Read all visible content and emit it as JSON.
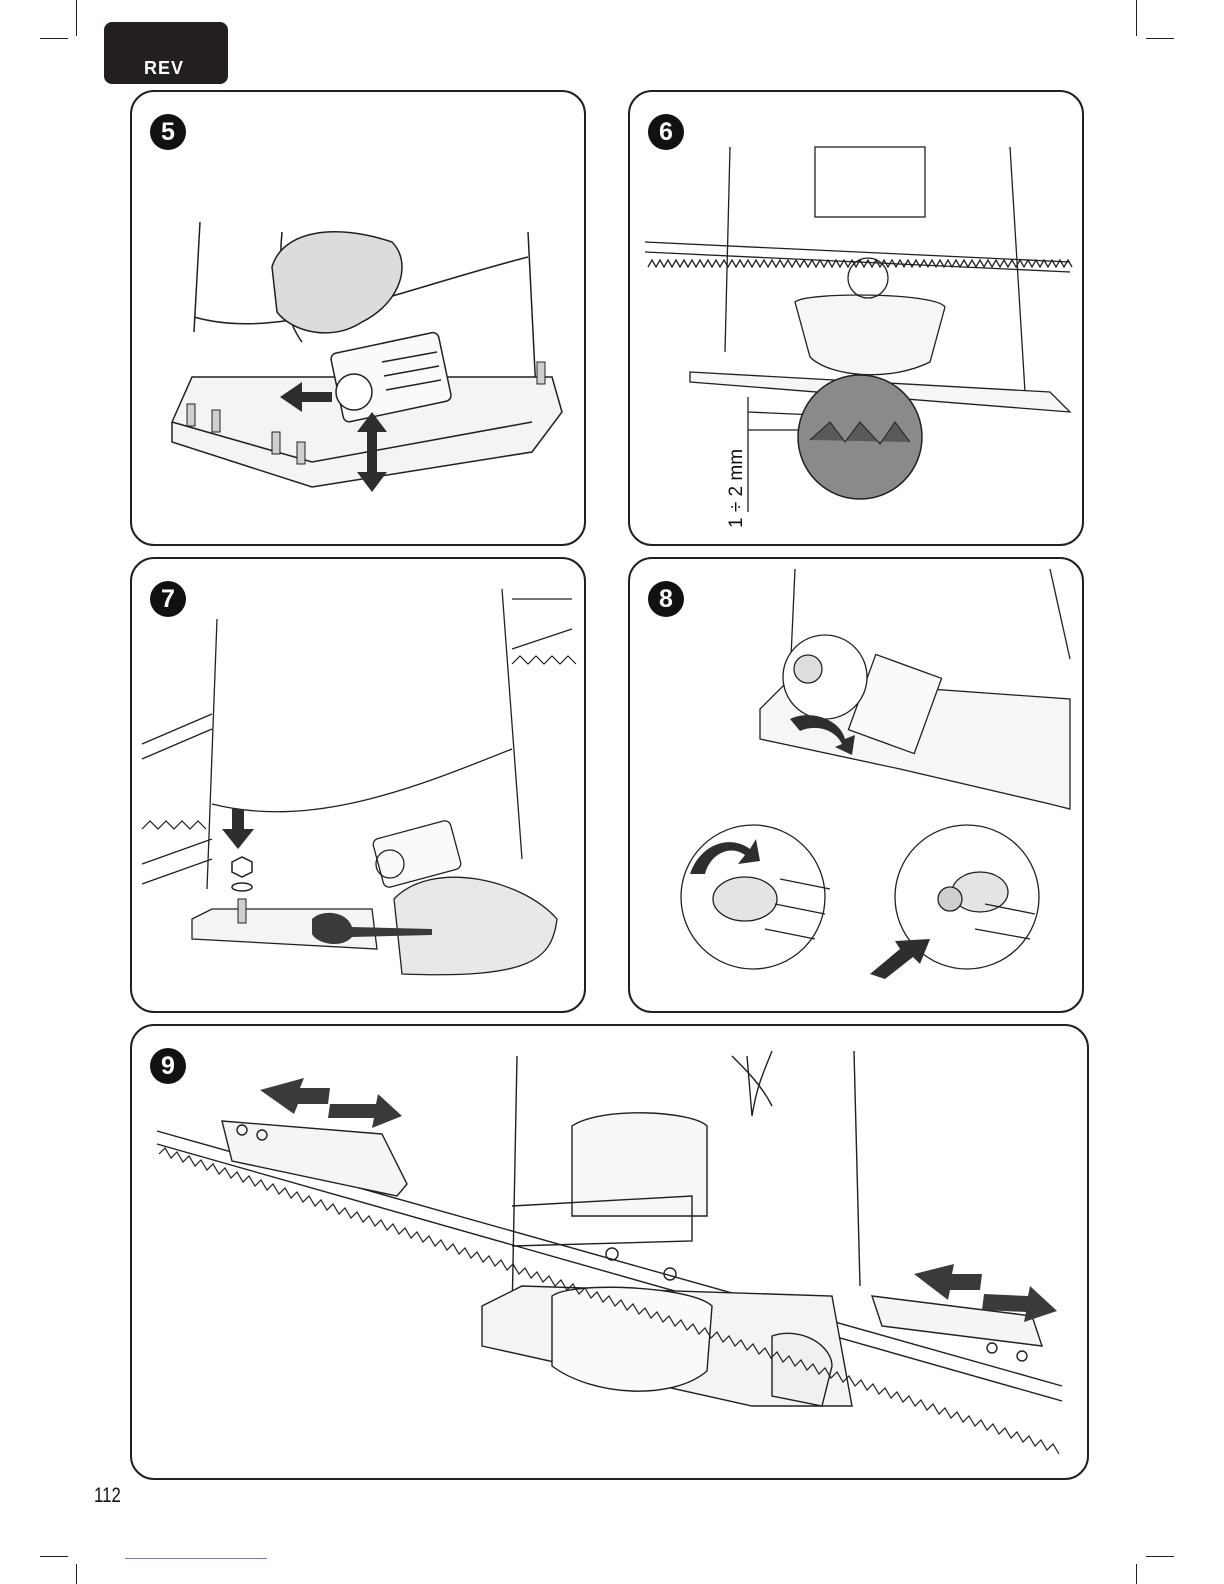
{
  "header": {
    "tab_label": "REV"
  },
  "steps": [
    {
      "number": "5"
    },
    {
      "number": "6",
      "dimension_label": "1 ÷ 2 mm"
    },
    {
      "number": "7"
    },
    {
      "number": "8"
    },
    {
      "number": "9"
    }
  ],
  "footer": {
    "page_number": "112"
  },
  "colors": {
    "ink": "#231f20",
    "badge": "#111111",
    "arrow": "#3a3a3a",
    "shade": "#8a8a8a"
  }
}
